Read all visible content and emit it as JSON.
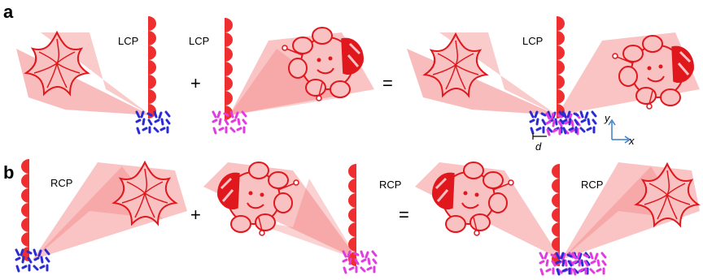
{
  "panels": [
    {
      "letter": "a",
      "pol1": "LCP",
      "pol2": "LCP",
      "plus": "+",
      "equals": "=",
      "pol3": "LCP"
    },
    {
      "letter": "b",
      "pol1": "RCP",
      "pol2": "RCP",
      "plus": "+",
      "equals": "=",
      "pol3": "RCP"
    }
  ],
  "axes": {
    "y": "y",
    "x": "x",
    "period": "d"
  },
  "colors": {
    "beam": "#f26b6b",
    "outline": "#e0181e",
    "flower_fill": "#fbcaca",
    "meta_blue": "#2b2bd6",
    "meta_magenta": "#e23be0",
    "axis": "#3a7fc8"
  }
}
